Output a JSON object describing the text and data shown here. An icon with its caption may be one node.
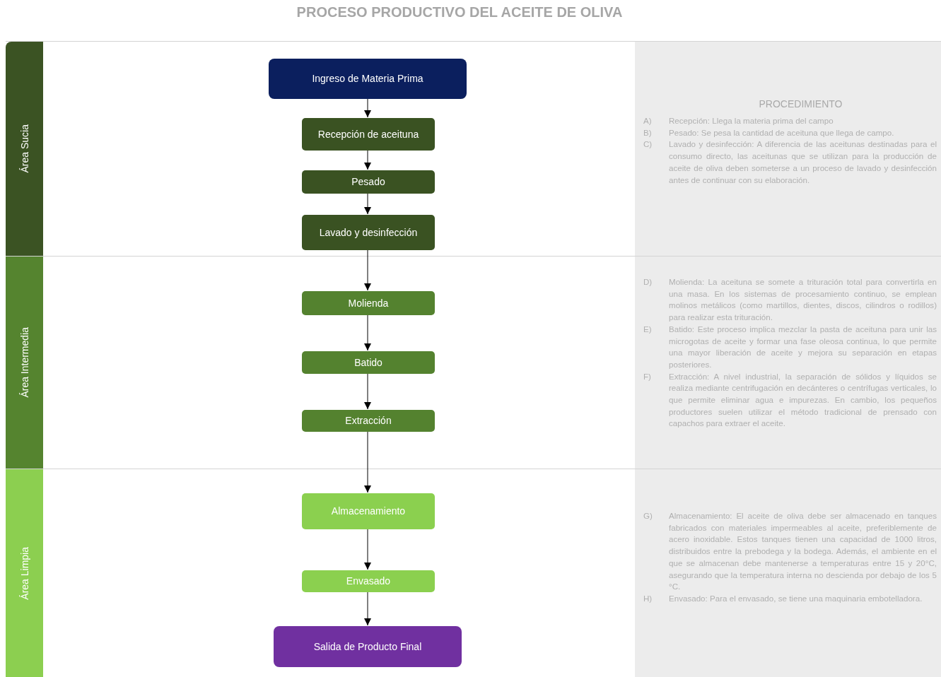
{
  "diagram": {
    "title": "PROCESO PRODUCTIVO DEL ACEITE DE OLIVA",
    "nodes": [
      {
        "text": [
          "Área Sucia"
        ]
      },
      {
        "text": [
          "Ingreso de Materia Prima"
        ],
        "in": 0
      },
      {
        "text": [
          "Recepción de aceituna"
        ],
        "in": 0
      },
      {
        "text": [
          "Pesado"
        ],
        "in": 0
      },
      {
        "text": [
          "Lavado y desinfección"
        ],
        "in": 0
      },
      {
        "text": [
          "Área Intermedia"
        ]
      },
      {
        "text": [
          "Molienda"
        ],
        "in": 5
      },
      {
        "text": [
          "Batido"
        ],
        "in": 5
      },
      {
        "text": [
          "Extracción"
        ],
        "in": 5
      },
      {
        "text": [
          "Área Limpia"
        ]
      },
      {
        "text": [
          "Almacenamiento"
        ],
        "in": 9
      },
      {
        "text": [
          "Envasado"
        ],
        "in": 9
      },
      {
        "text": [
          "Salida de Producto Final"
        ],
        "in": 9
      }
    ],
    "edges": [
      {
        "from": 1,
        "to": 2,
        "arrow": "to"
      },
      {
        "from": 2,
        "to": 3,
        "arrow": "to"
      },
      {
        "from": 3,
        "to": 4,
        "arrow": "to"
      },
      {
        "from": 4,
        "to": 6,
        "arrow": "to"
      },
      {
        "from": 6,
        "to": 7,
        "arrow": "to"
      },
      {
        "from": 7,
        "to": 8,
        "arrow": "to"
      },
      {
        "from": 8,
        "to": 10,
        "arrow": "to"
      },
      {
        "from": 10,
        "to": 11,
        "arrow": "to"
      },
      {
        "from": 11,
        "to": 12,
        "arrow": "to"
      }
    ],
    "labels": [
      "PROCEDIMIENTO",
      "A)",
      "Recepción: Llega la materia prima del campo",
      "B)",
      "Pesado: Se pesa la cantidad de aceituna que llega de campo.",
      "C)",
      "Lavado y desinfección: A diferencia de las aceitunas destinadas para el consumo directo, las aceitunas que se utilizan para la producción de aceite de oliva deben someterse a un proceso de lavado y desinfección antes de continuar con su elaboración.",
      "D)",
      "Molienda: La aceituna se somete a trituración total para convertirla en una masa. En los sistemas de procesamiento continuo, se emplean molinos metálicos (como martillos, dientes, discos, cilindros o rodillos) para realizar esta trituración.",
      "E)",
      "Batido: Este proceso implica mezclar la pasta de aceituna para unir las microgotas de aceite y formar una fase oleosa continua, lo que permite una mayor liberación de aceite y mejora su separación en etapas posteriores.",
      "F)",
      "Extracción: A nivel industrial, la separación de sólidos y líquidos se realiza mediante centrifugación en decánteres o centrífugas verticales, lo que permite eliminar agua e impurezas. En cambio, los pequeños productores suelen utilizar el método tradicional de prensado con capachos para extraer el aceite.",
      "G)",
      "Almacenamiento: El aceite de oliva debe ser almacenado en tanques fabricados con materiales impermeables al aceite, preferiblemente de acero inoxidable. Estos tanques tienen una capacidad de 1000 litros, distribuidos entre la prebodega y la bodega. Además, el ambiente en el que se almacenan debe mantenerse a temperaturas entre 15 y 20°C, asegurando que la temperatura interna no descienda por debajo de los 5 °C.",
      "H)",
      "Envasado: Para el envasado, se tiene una maquinaria embotelladora."
    ]
  }
}
